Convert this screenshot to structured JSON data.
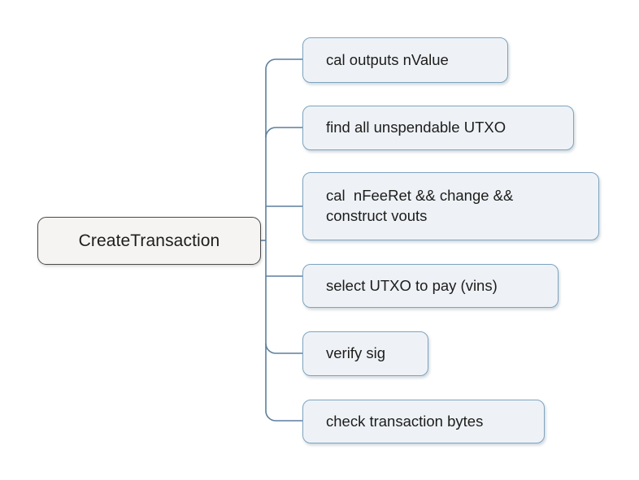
{
  "diagram": {
    "type": "mindmap-tree",
    "background_color": "#ffffff",
    "root": {
      "label": "CreateTransaction",
      "fill_color": "#f5f4f2",
      "border_color": "#4a4a48"
    },
    "branch_style": {
      "line_color": "#5c7f9e",
      "fill_color": "#eef2f7",
      "border_color": "#7ea4bf"
    },
    "children": [
      {
        "label": "cal outputs nValue"
      },
      {
        "label": "find all unspendable UTXO"
      },
      {
        "label": "cal  nFeeRet && change &&\nconstruct vouts"
      },
      {
        "label": "select UTXO to pay (vins)"
      },
      {
        "label": "verify sig"
      },
      {
        "label": "check transaction bytes"
      }
    ]
  }
}
